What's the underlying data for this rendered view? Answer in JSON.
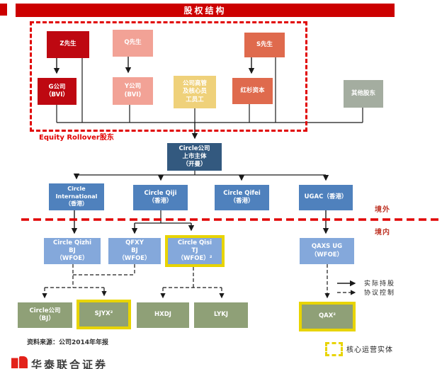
{
  "header": {
    "title": "股权结构"
  },
  "rollover": {
    "label": "Equity Rollover股东"
  },
  "nodes": {
    "mr_z": {
      "label": "Z先生"
    },
    "mr_q": {
      "label": "Q先生"
    },
    "mr_s": {
      "label": "S先生"
    },
    "g_bvi": {
      "label": "G公司\n（BVI）"
    },
    "y_bvi": {
      "label": "Y公司\n(BVI)"
    },
    "mgmt": {
      "label": "公司高管\n及核心员\n工员工"
    },
    "sequoia": {
      "label": "红杉资本"
    },
    "other": {
      "label": "其他股东"
    },
    "cayman": {
      "label": "Circle公司\n上市主体\n（开曼）"
    },
    "intl": {
      "label": "Circle\nInternational\n（香港）"
    },
    "qiji": {
      "label": "Circle Qiji\n（香港）"
    },
    "qifei": {
      "label": "Circle Qifei\n（香港）"
    },
    "ugac": {
      "label": "UGAC（香港）"
    },
    "qizhi": {
      "label": "Circle Qizhi\nBJ\n（WFOE）"
    },
    "qfxy": {
      "label": "QFXY\nBJ\n（WFOE）"
    },
    "qisi": {
      "label": "Circle Qisi\nTJ\n（WFOE）²"
    },
    "qaxs": {
      "label": "QAXS UG\n（WFOE）"
    },
    "circle_bj": {
      "label": "Circle公司\n（BJ）"
    },
    "sjyx": {
      "label": "SJYX²"
    },
    "hxdj": {
      "label": "HXDJ"
    },
    "lykj": {
      "label": "LYKJ"
    },
    "qax": {
      "label": "QAX²"
    }
  },
  "boundary": {
    "offshore": "境外",
    "onshore": "境内"
  },
  "legend": {
    "solid_label": "实际持股",
    "dashed_label": "协议控制",
    "core_label": "核心运营实体"
  },
  "footer": {
    "source": "资料来源：公司2014年年报",
    "brand": "华泰联合证券"
  },
  "colors": {
    "title_red": "#CC0000",
    "boundary_red": "#E10000",
    "highlight_yellow": "#E8D400",
    "navy": "#33597F",
    "blue": "#4F81BD",
    "light_blue": "#84A8DB",
    "green": "#8FA077"
  }
}
